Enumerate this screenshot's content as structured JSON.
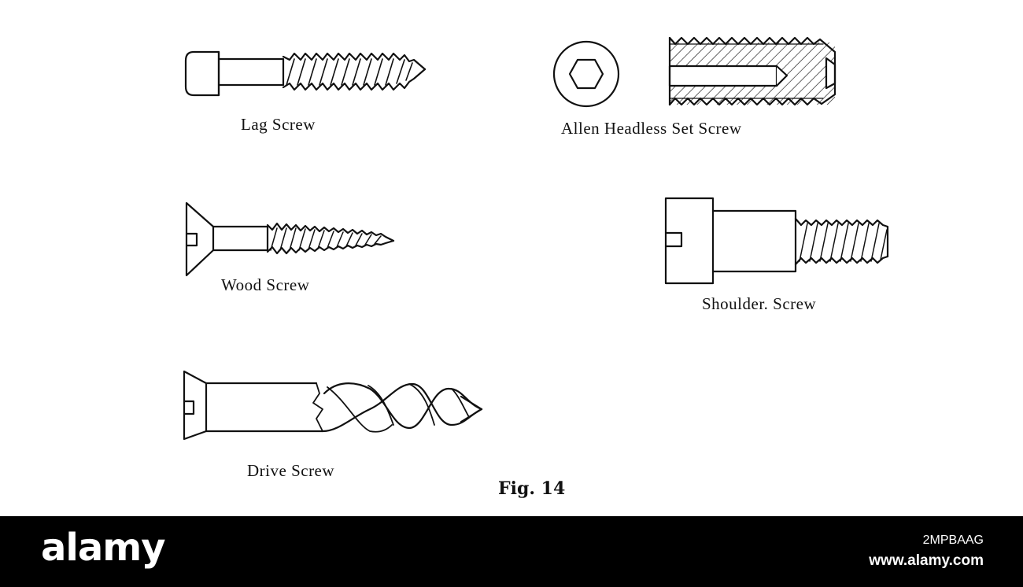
{
  "figure": {
    "captions": {
      "lag_screw": "Lag Screw",
      "allen_set_screw": "Allen Headless Set Screw",
      "wood_screw": "Wood Screw",
      "shoulder_screw": "Shoulder. Screw",
      "drive_screw": "Drive Screw"
    },
    "figure_number": "Fig. 14",
    "line_color": "#111111"
  },
  "watermark": {
    "logo": "alamy",
    "image_id": "2MPBAAG",
    "site": "www.alamy.com"
  }
}
